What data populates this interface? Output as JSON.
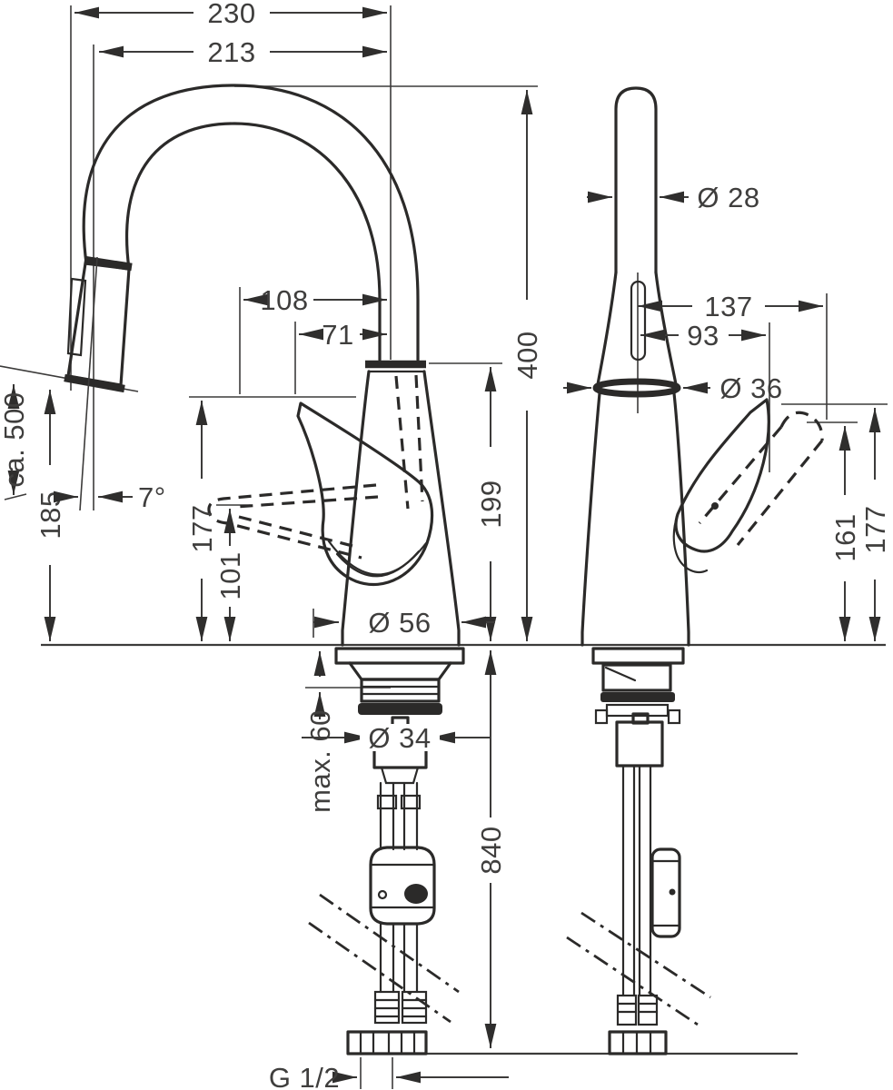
{
  "drawing": {
    "kind": "faucet-dimension-drawing",
    "front_view": {
      "d230": "230",
      "d213": "213",
      "d108": "108",
      "d71": "71",
      "d400": "400",
      "d199": "199",
      "dca500": "ca. 500",
      "d185": "185",
      "d7": "7°",
      "d177": "177",
      "d101": "101",
      "d56": "Ø 56",
      "dmax60": "max. 60",
      "d34": "Ø 34",
      "d840": "840",
      "dg12": "G 1/2"
    },
    "side_view": {
      "d28": "Ø 28",
      "d137": "137",
      "d93": "93",
      "d36": "Ø 36",
      "d161": "161",
      "d177": "177"
    }
  }
}
